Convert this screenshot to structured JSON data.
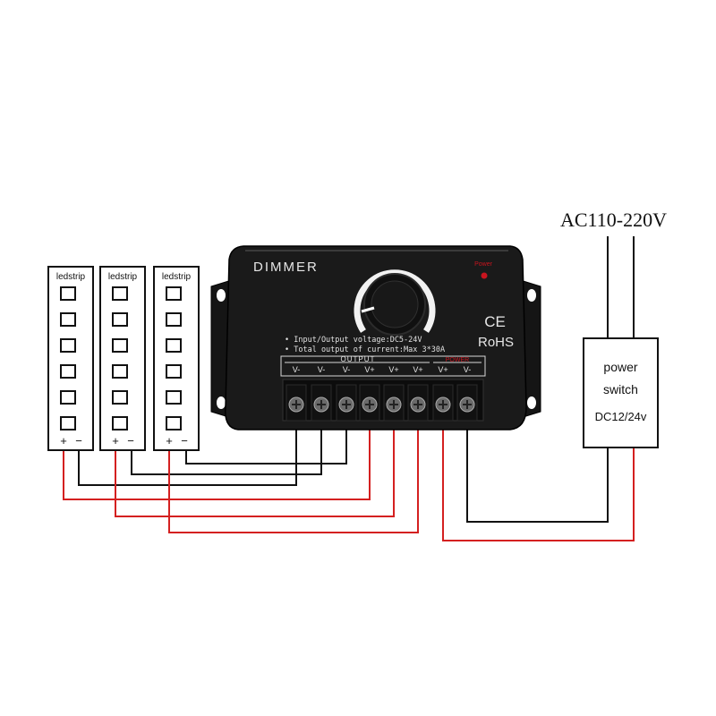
{
  "ac_label": "AC110-220V",
  "power_switch": {
    "line1": "power",
    "line2": "switch",
    "line3": "DC12/24v"
  },
  "ledstrips": [
    {
      "label": "ledstrip",
      "plus": "+",
      "minus": "−"
    },
    {
      "label": "ledstrip",
      "plus": "+",
      "minus": "−"
    },
    {
      "label": "ledstrip",
      "plus": "+",
      "minus": "−"
    }
  ],
  "dimmer": {
    "title": "DIMMER",
    "power_indicator": "Power",
    "spec_line1": "• Input/Output voltage:DC5-24V",
    "spec_line2": "• Total output of current:Max 3*30A",
    "ce_mark": "CE",
    "rohs_mark": "RoHS",
    "output_label": "OUTPUT",
    "power_label": "POWER",
    "terminals": [
      "V-",
      "V-",
      "V-",
      "V+",
      "V+",
      "V+",
      "V+",
      "V-"
    ]
  },
  "colors": {
    "positive_wire": "#d42020",
    "negative_wire": "#111111",
    "device_body": "#1a1a1a",
    "power_led": "#c8141e"
  }
}
